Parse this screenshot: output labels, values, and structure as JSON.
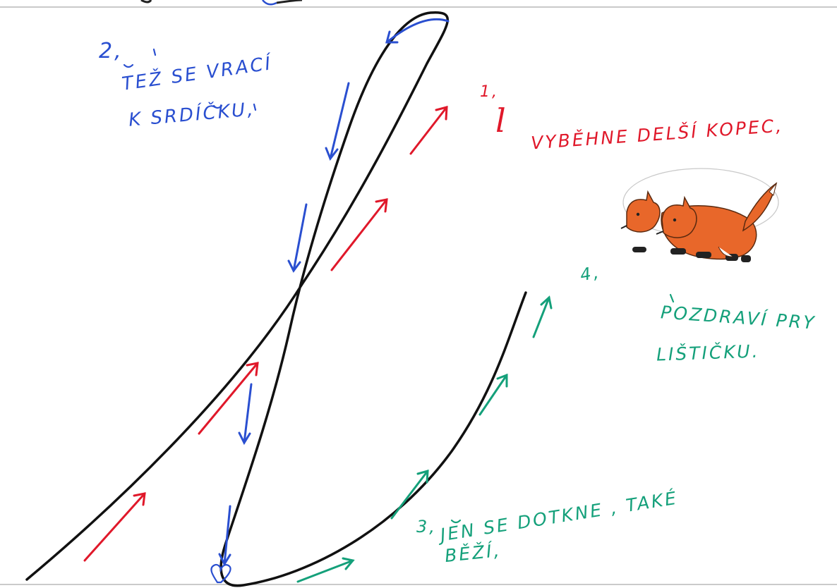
{
  "steps": [
    {
      "number": "1,",
      "letter": "l",
      "text": "VYBĚHNE DELŠÍ KOPEC,"
    },
    {
      "number": "2,",
      "text_line1": "TEŽ SE VRACÍ",
      "text_line2": "K SRDÍČKU,"
    },
    {
      "number": "3,",
      "text_line1": "JEN SE DOTKNE , TAKÉ",
      "text_line2": "BĚŽÍ,"
    },
    {
      "number": "4,",
      "text_line1": "POZDRAVÍ PRY",
      "text_line2": "LIŠTIČKU."
    }
  ],
  "colors": {
    "step1": "#e0182a",
    "step2": "#2a4fd0",
    "step3": "#14a07a",
    "step4": "#14a07a",
    "stroke": "#000000",
    "fox_orange": "#e8672a"
  },
  "icons": [
    "heart-icon",
    "fox-illustration"
  ]
}
